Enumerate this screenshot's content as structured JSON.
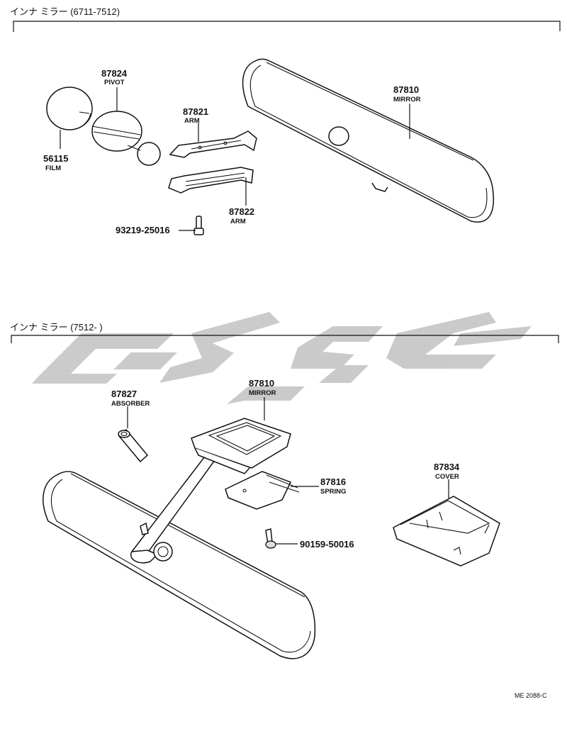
{
  "sections": [
    {
      "heading": "インナ ミラー (6711-7512)"
    },
    {
      "heading": "インナ ミラー (7512-      )"
    }
  ],
  "parts_top": [
    {
      "number": "87824",
      "name": "PIVOT"
    },
    {
      "number": "56115",
      "name": "FILM"
    },
    {
      "number": "87821",
      "name": "ARM"
    },
    {
      "number": "87822",
      "name": "ARM"
    },
    {
      "number": "93219-25016",
      "name": ""
    },
    {
      "number": "87810",
      "name": "MIRROR"
    }
  ],
  "parts_bottom": [
    {
      "number": "87827",
      "name": "ABSORBER"
    },
    {
      "number": "87810",
      "name": "MIRROR"
    },
    {
      "number": "87816",
      "name": "SPRING"
    },
    {
      "number": "90159-50016",
      "name": ""
    },
    {
      "number": "87834",
      "name": "COVER"
    }
  ],
  "drawing_code": "ME 2088-C",
  "watermark_color": "#c8c8c8"
}
